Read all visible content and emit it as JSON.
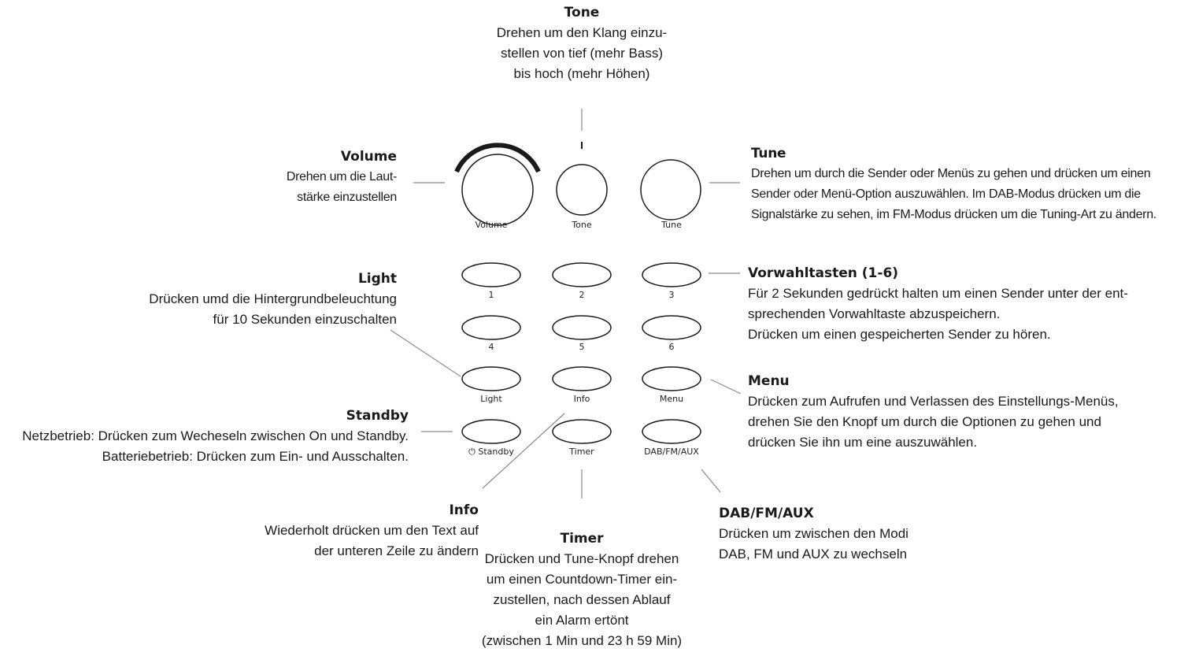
{
  "controls": {
    "volume": "Volume",
    "tone": "Tone",
    "tune": "Tune",
    "p1": "1",
    "p2": "2",
    "p3": "3",
    "p4": "4",
    "p5": "5",
    "p6": "6",
    "light": "Light",
    "info": "Info",
    "menu": "Menu",
    "standby": "⏻ Standby",
    "timer": "Timer",
    "mode": "DAB/FM/AUX"
  },
  "annotations": {
    "tone": {
      "title": "Tone",
      "desc": "Drehen um den Klang einzu-\nstellen von tief (mehr Bass)\nbis hoch (mehr Höhen)"
    },
    "volume": {
      "title": "Volume",
      "desc": "Drehen um die Laut-\nstärke einzustellen"
    },
    "tune": {
      "title": "Tune",
      "desc": "Drehen um durch die Sender oder Menüs zu gehen und drücken um einen\nSender oder Menü-Option auszuwählen. Im DAB-Modus drücken um die\nSignalstärke zu sehen, im FM-Modus drücken um die Tuning-Art zu ändern."
    },
    "light": {
      "title": "Light",
      "desc": "Drücken umd die Hintergrundbeleuchtung\nfür 10 Sekunden einzuschalten"
    },
    "presets": {
      "title": "Vorwahltasten (1-6)",
      "desc": "Für 2 Sekunden gedrückt halten um einen Sender unter der ent-\nsprechenden Vorwahltaste abzuspeichern.\nDrücken um einen gespeicherten Sender zu hören."
    },
    "menu": {
      "title": "Menu",
      "desc": "Drücken zum Aufrufen und Verlassen des Einstellungs-Menüs,\ndrehen Sie den Knopf um durch die Optionen zu gehen und\ndrücken Sie ihn um eine auszuwählen."
    },
    "standby": {
      "title": "Standby",
      "desc": "Netzbetrieb: Drücken zum Wecheseln zwischen On und Standby.\nBatteriebetrieb: Drücken zum Ein- und Ausschalten."
    },
    "info": {
      "title": "Info",
      "desc": "Wiederholt drücken um den Text auf\nder unteren Zeile zu ändern"
    },
    "timer": {
      "title": "Timer",
      "desc": "Drücken und Tune-Knopf drehen\num einen Countdown-Timer ein-\nzustellen, nach dessen Ablauf\nein Alarm ertönt\n(zwischen 1 Min und 23 h 59 Min)"
    },
    "mode": {
      "title": "DAB/FM/AUX",
      "desc": "Drücken um zwischen den Modi\nDAB, FM und AUX zu wechseln"
    }
  }
}
